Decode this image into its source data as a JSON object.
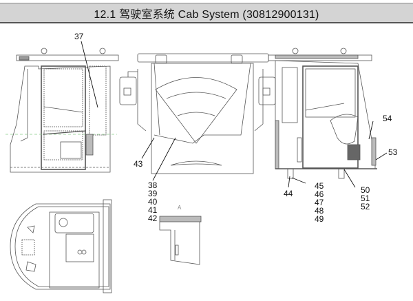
{
  "header": {
    "title": "12.1 驾驶室系统  Cab System (30812900131)"
  },
  "callouts": {
    "c37": "37",
    "c43": "43",
    "group_38_42": [
      "38",
      "39",
      "40",
      "41",
      "42"
    ],
    "c44": "44",
    "group_45_49": [
      "45",
      "46",
      "47",
      "48",
      "49"
    ],
    "group_50_52": [
      "50",
      "51",
      "52"
    ],
    "c53": "53",
    "c54": "54"
  },
  "views": {
    "detail_marker": "A"
  }
}
